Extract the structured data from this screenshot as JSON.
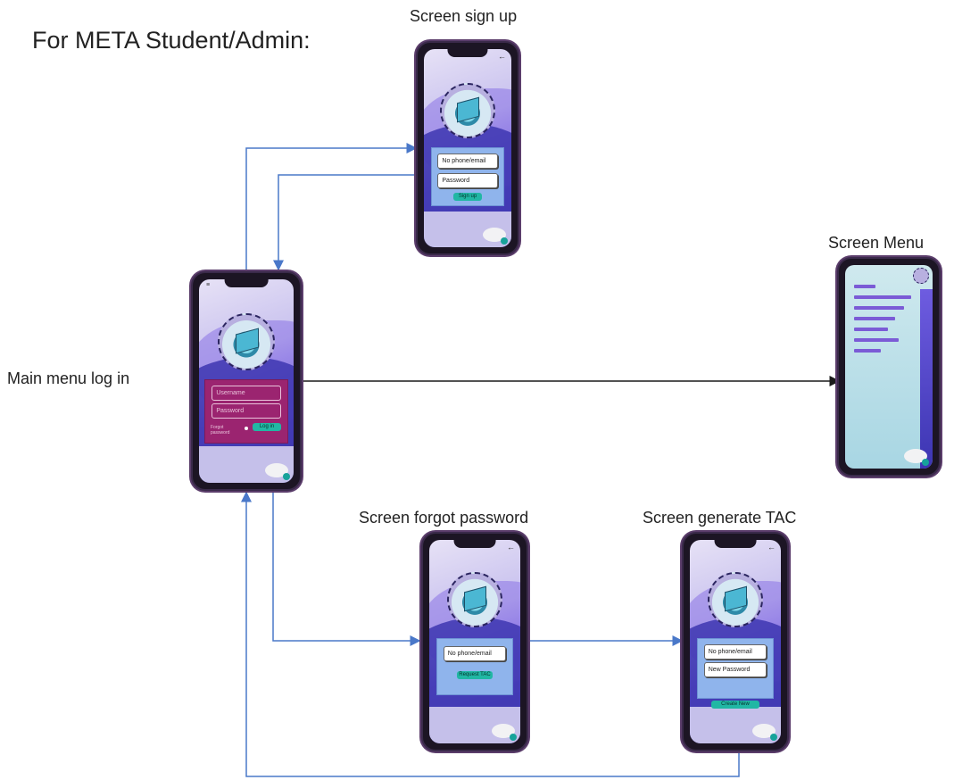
{
  "heading": "For META Student/Admin:",
  "labels": {
    "sign_up": "Screen sign up",
    "menu": "Screen Menu",
    "login": "Main menu log in",
    "forgot": "Screen forgot password",
    "tac": "Screen generate TAC"
  },
  "signup_screen": {
    "field1": "No phone/email",
    "field2": "Password",
    "button": "Sign up"
  },
  "login_screen": {
    "field1": "Username",
    "field2": "Password",
    "small_text": "Forgot password",
    "button": "Log in"
  },
  "forgot_screen": {
    "field1": "No phone/email",
    "button": "Request TAC"
  },
  "tac_screen": {
    "field1": "No phone/email",
    "field2": "New Password",
    "button": "Create New"
  },
  "colors": {
    "arrow_blue": "#4a78c9",
    "arrow_black": "#1a1a1a",
    "login_panel": "#9b2470",
    "form_panel": "#8fb4ec",
    "button": "#21b7a4"
  }
}
